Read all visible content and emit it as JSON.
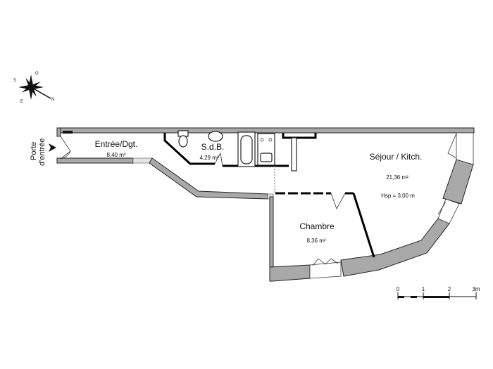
{
  "plan": {
    "compass": {
      "letters": [
        "S",
        "O",
        "E",
        "N"
      ]
    },
    "entrance": {
      "label_line1": "Porte",
      "label_line2": "d'entrée"
    },
    "rooms": [
      {
        "name": "Entrée/Dgt.",
        "area": "8,40 m²"
      },
      {
        "name": "S.d.B.",
        "area": "4,29 m²"
      },
      {
        "name": "Séjour / Kitch.",
        "area": "21,36 m²",
        "height": "Hsp = 3,00 m"
      },
      {
        "name": "Chambre",
        "area": "8,36 m²"
      }
    ],
    "scale_bar": {
      "ticks": [
        "0",
        "1",
        "2",
        "3m"
      ]
    },
    "colors": {
      "wall": "#a9a9a9",
      "line": "#000000"
    }
  }
}
